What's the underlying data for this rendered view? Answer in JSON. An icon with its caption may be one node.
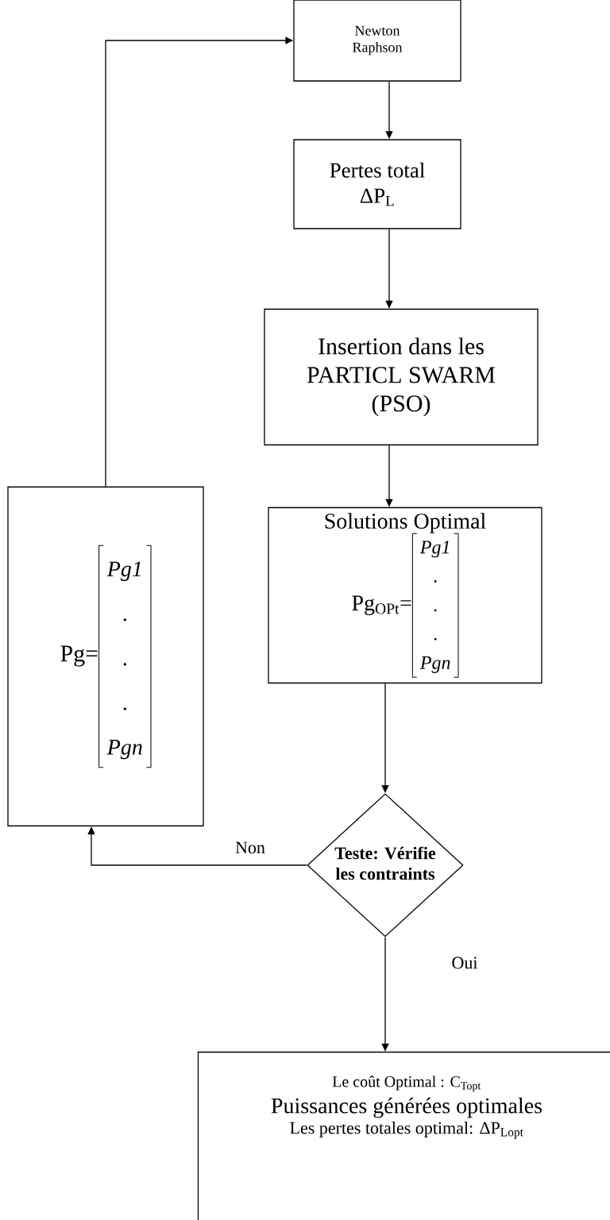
{
  "diagram": {
    "nodes": [
      {
        "text": [
          "Newton Raphson"
        ]
      },
      {
        "text": [
          "Pertes total ΔP$_{L}$"
        ]
      },
      {
        "text": [
          "Insertion dans les PARTICL SWARM (PSO)"
        ]
      },
      {
        "text": [
          "Solutions Optimal",
          "Pg$_{OPt}$=",
          "Pg1",
          ".",
          ".",
          ".",
          "Pgn"
        ]
      },
      {
        "text": [
          "Pg=",
          "Pg1",
          ".",
          ".",
          ".",
          "Pgn"
        ]
      },
      {
        "text": [
          "Teste: Vérifie les contraints"
        ]
      },
      {
        "text": [
          "Le coût Optimal : C$_{Topt}$",
          "Puissances générées optimales",
          "Les pertes totales optimal: ΔP$_{Lopt}$"
        ]
      }
    ],
    "edges": [
      {
        "from": 0,
        "to": 1,
        "arrow": "to"
      },
      {
        "from": 1,
        "to": 2,
        "arrow": "to"
      },
      {
        "from": 2,
        "to": 3,
        "arrow": "to"
      },
      {
        "from": 3,
        "to": 5,
        "arrow": "to"
      },
      {
        "from": 5,
        "to": 4,
        "arrow": "to",
        "label": "Non"
      },
      {
        "from": 5,
        "to": 6,
        "arrow": "to",
        "label": "Oui"
      },
      {
        "from": 4,
        "to": 0,
        "arrow": "to"
      }
    ]
  }
}
